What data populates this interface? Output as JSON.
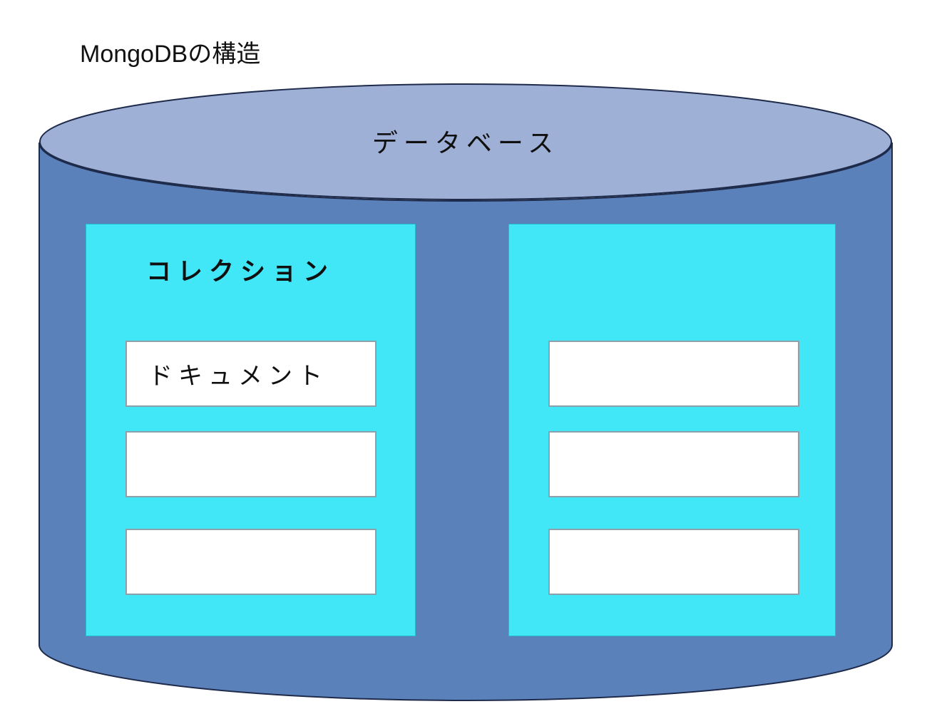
{
  "title": "MongoDBの構造",
  "database": {
    "label": "データベース"
  },
  "collections": [
    {
      "label": "コレクション",
      "documents": [
        "ドキュメント",
        "",
        ""
      ]
    },
    {
      "label": "",
      "documents": [
        "",
        "",
        ""
      ]
    }
  ],
  "colors": {
    "cylinder_body": "#5b81ba",
    "cylinder_top": "#9fb0d6",
    "outline": "#1e2a4a",
    "collection_fill": "#41e7f7",
    "document_fill": "#ffffff",
    "document_border": "#8fa0ad",
    "text": "#101010"
  }
}
